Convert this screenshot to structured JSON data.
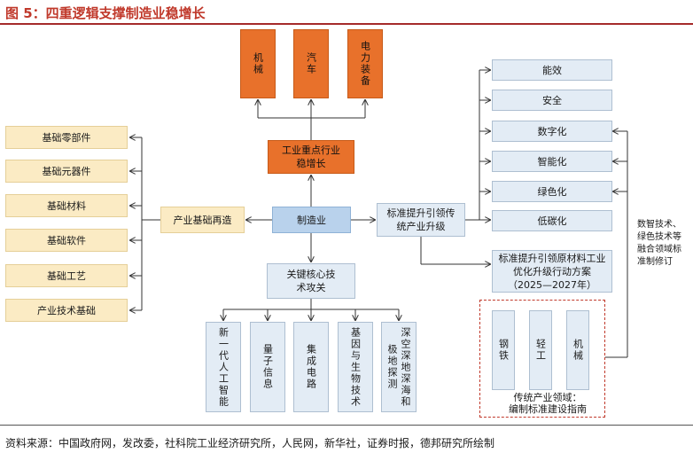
{
  "title": "图 5：四重逻辑支撑制造业稳增长",
  "top_boxes": [
    "机械",
    "汽车",
    "电力装备"
  ],
  "growth_box": "工业重点行业稳增长",
  "center_box": "制造业",
  "left_mid_box": "产业基础再造",
  "left_items": [
    "基础零部件",
    "基础元器件",
    "基础材料",
    "基础软件",
    "基础工艺",
    "产业技术基础"
  ],
  "key_tech_box": "关键核心技术攻关",
  "bottom_items": [
    "新一代人工智能",
    "量子信息",
    "集成电路",
    "基因与生物技术",
    "深空深地深海和极地探测"
  ],
  "standard_box": "标准提升引领传统产业升级",
  "right_items": [
    "能效",
    "安全",
    "数字化",
    "智能化",
    "绿色化",
    "低碳化"
  ],
  "plan_box": "标准提升引领原材料工业优化升级行动方案（2025—2027年）",
  "traditional_items": [
    "钢铁",
    "轻工",
    "机械"
  ],
  "traditional_caption_1": "传统产业领域：",
  "traditional_caption_2": "编制标准建设指南",
  "side_note": "数智技术、绿色技术等融合领域标准制修订",
  "source": "资料来源：中国政府网，发改委，社科院工业经济研究所，人民网，新华社，证券时报，德邦研究所绘制",
  "colors": {
    "orange": "#e8712b",
    "cream": "#fbebc4",
    "blue": "#b9d2ec",
    "light_blue": "#e3ecf5",
    "title_red": "#c0392b"
  }
}
